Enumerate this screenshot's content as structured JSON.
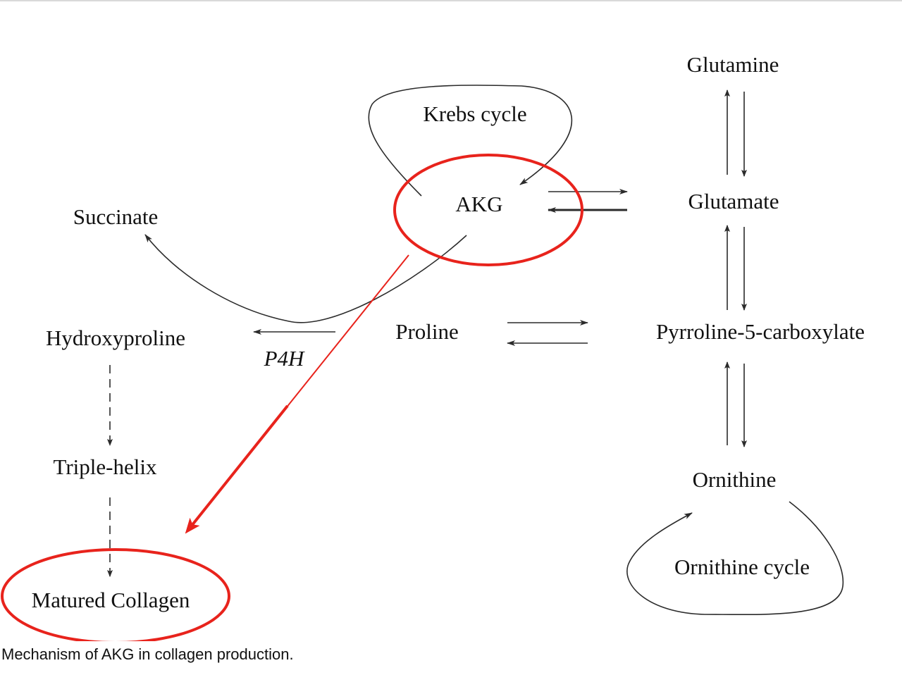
{
  "diagram": {
    "nodes": {
      "glutamine": "Glutamine",
      "krebs_cycle": "Krebs cycle",
      "akg": "AKG",
      "glutamate": "Glutamate",
      "succinate": "Succinate",
      "hydroxyproline": "Hydroxyproline",
      "proline": "Proline",
      "pyrroline": "Pyrroline-5-carboxylate",
      "p4h": "P4H",
      "triple_helix": "Triple-helix",
      "ornithine": "Ornithine",
      "ornithine_cycle": "Ornithine cycle",
      "matured_collagen": "Matured Collagen"
    },
    "highlight_color": "#e8231c",
    "line_color": "#2b2b2b"
  },
  "caption": "Mechanism of AKG in collagen production."
}
